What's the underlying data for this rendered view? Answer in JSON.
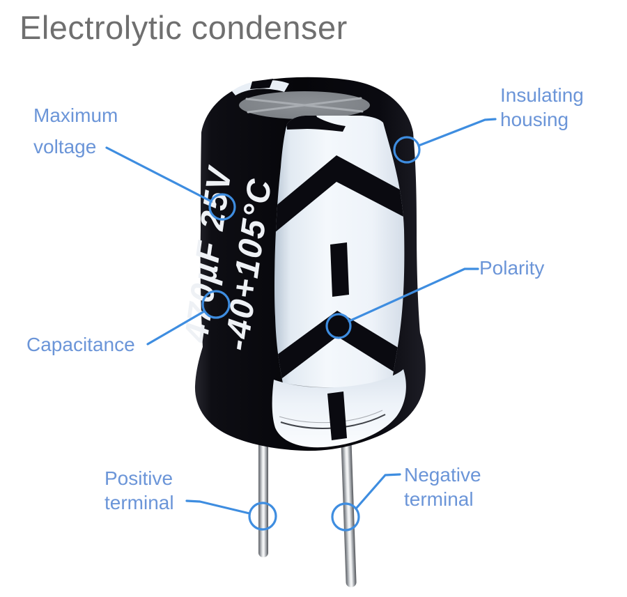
{
  "title": "Electrolytic condenser",
  "capacitor": {
    "marking_line1": "470µF 25V",
    "marking_line2": "-40+105°C"
  },
  "labels": {
    "maximum_voltage": {
      "line1": "Maximum",
      "line2": "voltage"
    },
    "insulating_housing": {
      "line1": "Insulating",
      "line2": "housing"
    },
    "polarity": {
      "line1": "Polarity"
    },
    "capacitance": {
      "line1": "Capacitance"
    },
    "positive_terminal": {
      "line1": "Positive",
      "line2": "terminal"
    },
    "negative_terminal": {
      "line1": "Negative",
      "line2": "terminal"
    }
  },
  "colors": {
    "title_text": "#6f6f6f",
    "label_text": "#6b95d8",
    "leader_line": "#3e8de0",
    "body_black": "#0a0a10",
    "stripe_white": "#f2f6fa",
    "vent_disc_gray": "#7e8287",
    "lead_silver": "#c0c3c7",
    "background": "#ffffff"
  }
}
